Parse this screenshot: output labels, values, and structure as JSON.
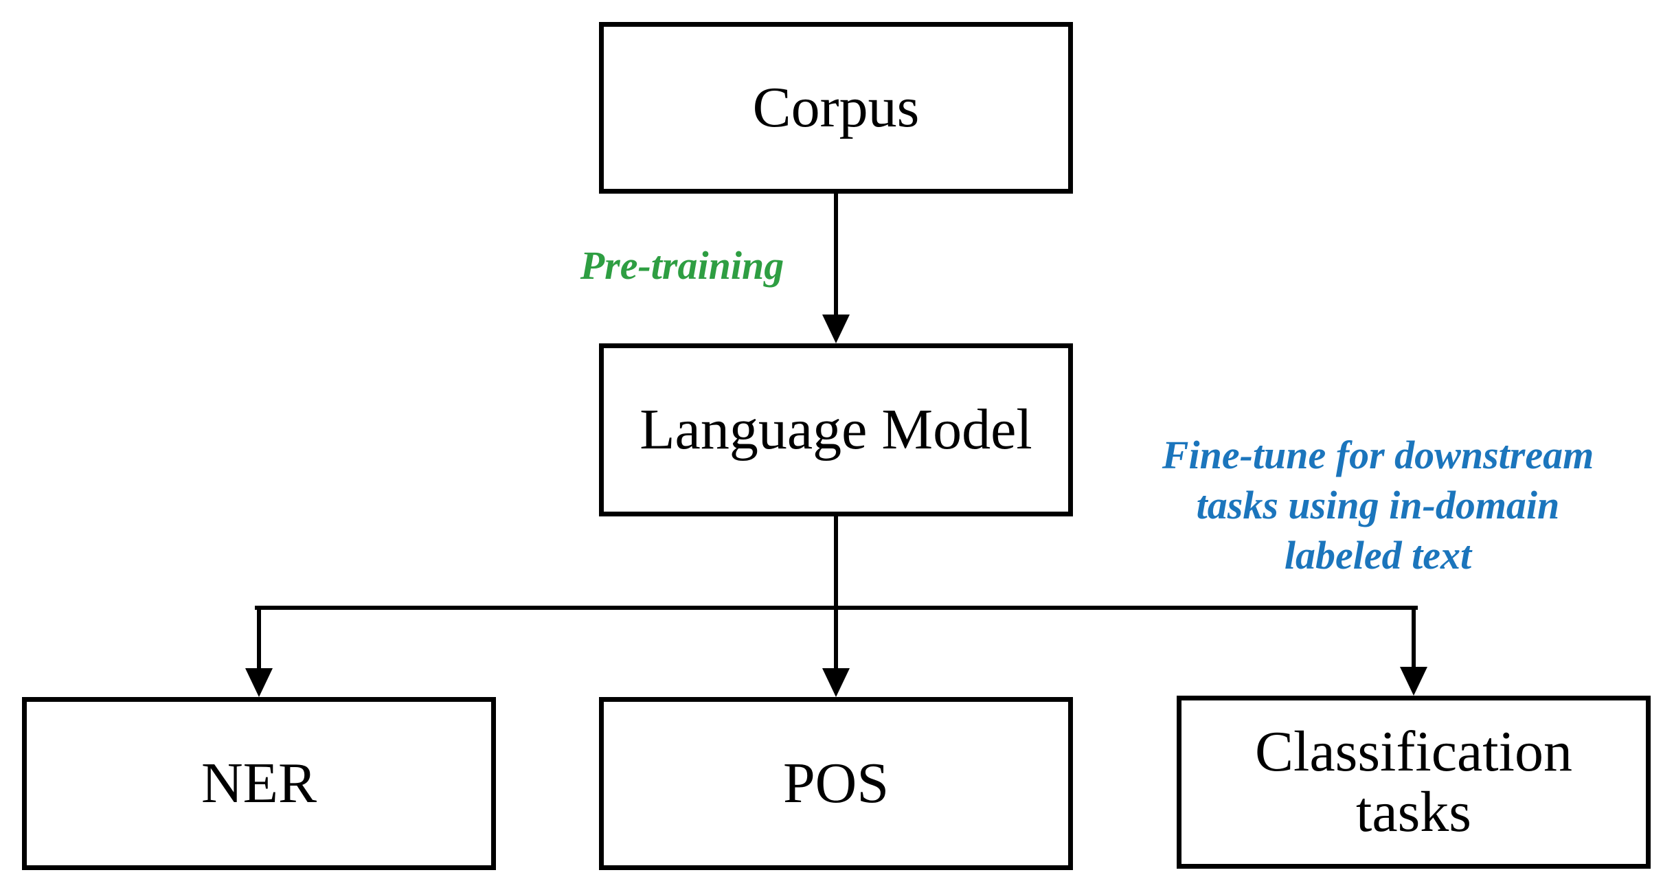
{
  "diagram": {
    "nodes": {
      "corpus": {
        "label": "Corpus"
      },
      "language_model": {
        "label": "Language Model"
      },
      "ner": {
        "label": "NER"
      },
      "pos": {
        "label": "POS"
      },
      "classification": {
        "label": "Classification\ntasks"
      }
    },
    "annotations": {
      "pretraining": {
        "label": "Pre-training",
        "color": "#2E9E42"
      },
      "finetune": {
        "label": "Fine-tune for downstream\ntasks using in-domain\nlabeled text",
        "color": "#1B75BC"
      }
    },
    "edges": [
      {
        "from": "Corpus",
        "to": "Language Model",
        "label": "Pre-training"
      },
      {
        "from": "Language Model",
        "to": "NER",
        "label": "Fine-tune for downstream tasks using in-domain labeled text"
      },
      {
        "from": "Language Model",
        "to": "POS",
        "label": "Fine-tune for downstream tasks using in-domain labeled text"
      },
      {
        "from": "Language Model",
        "to": "Classification tasks",
        "label": "Fine-tune for downstream tasks using in-domain labeled text"
      }
    ],
    "colors": {
      "line": "#000000",
      "box_border": "#000000",
      "box_fill": "#FFFFFF",
      "background": "#FFFFFF",
      "pretraining_green": "#2E9E42",
      "finetune_blue": "#1B75BC"
    }
  }
}
